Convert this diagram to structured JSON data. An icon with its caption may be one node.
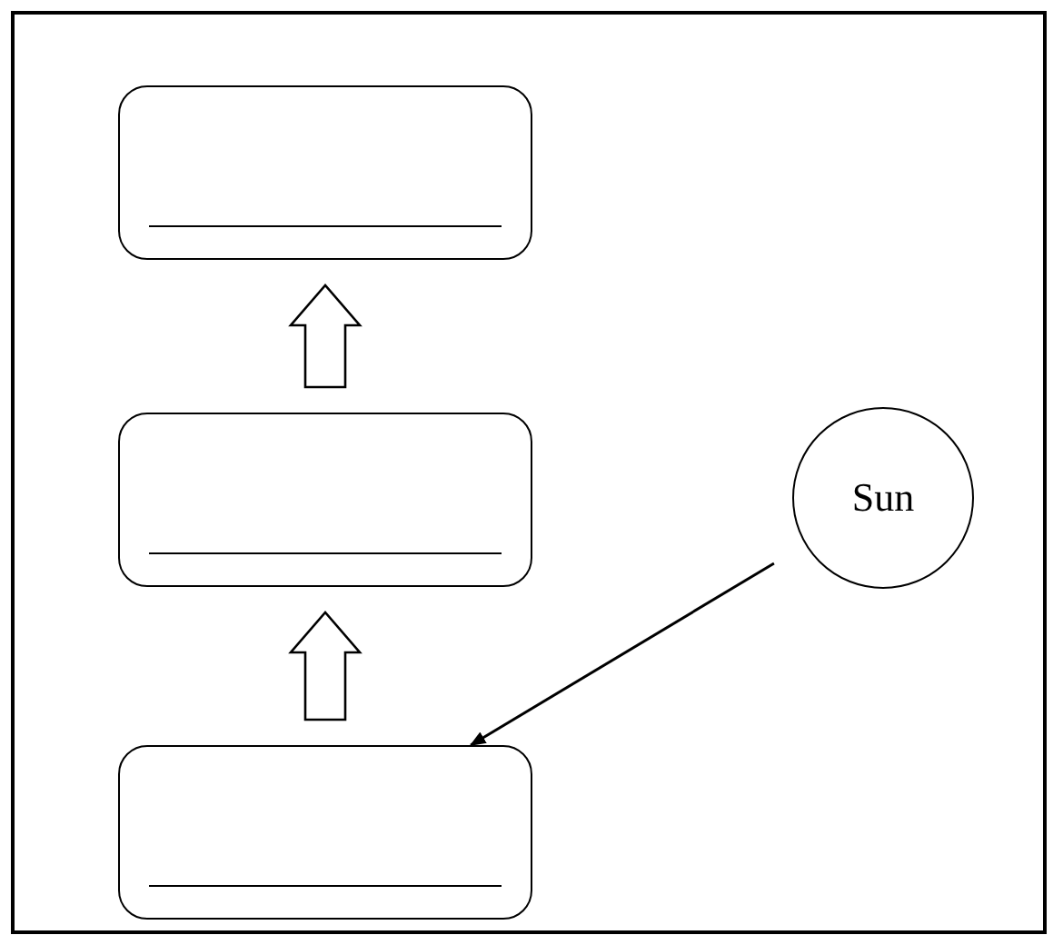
{
  "diagram": {
    "nodes": [
      {
        "text": [],
        "shape": "box"
      },
      {
        "text": [],
        "shape": "box"
      },
      {
        "text": [],
        "shape": "box"
      },
      {
        "text": [
          "Sun"
        ]
      }
    ],
    "edges": [
      {
        "from": 2,
        "to": 1,
        "arrow": "to",
        "style": "thick"
      },
      {
        "from": 1,
        "to": 0,
        "arrow": "to",
        "style": "thick"
      },
      {
        "from": 3,
        "to": 2,
        "arrow": "to"
      }
    ]
  }
}
